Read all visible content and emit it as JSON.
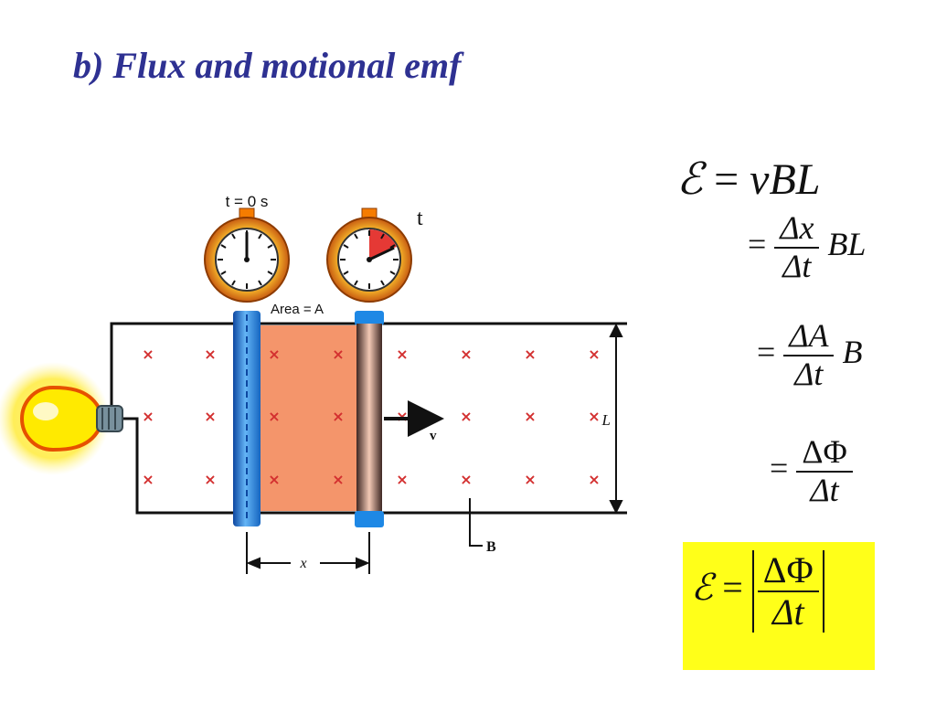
{
  "title": "b) Flux and motional emf",
  "diagram": {
    "clock1_label": "t = 0 s",
    "clock2_label": "t",
    "area_label": "Area = A",
    "velocity_label": "v",
    "length_label": "L",
    "displacement_label": "x",
    "field_label": "B",
    "field_marker": "×",
    "elapsed_fraction": 0.18
  },
  "equations": {
    "eq1": {
      "lhs": "ℰ",
      "op": "=",
      "rhs": "vBL"
    },
    "eq2": {
      "op": "=",
      "num": "Δx",
      "den": "Δt",
      "tail": "BL"
    },
    "eq3": {
      "op": "=",
      "num": "ΔA",
      "den": "Δt",
      "tail": "B"
    },
    "eq4": {
      "op": "=",
      "num": "ΔΦ",
      "den": "Δt"
    },
    "final": {
      "lhs": "ℰ",
      "op": "=",
      "num": "ΔΦ",
      "den": "Δt"
    }
  },
  "colors": {
    "title": "#2e3192",
    "highlight": "#ffff19",
    "area_fill": "#f4956b",
    "rail_blue": "#1e88e5",
    "field_x": "#d32f2f",
    "clock_ring": "#e07a1a"
  }
}
